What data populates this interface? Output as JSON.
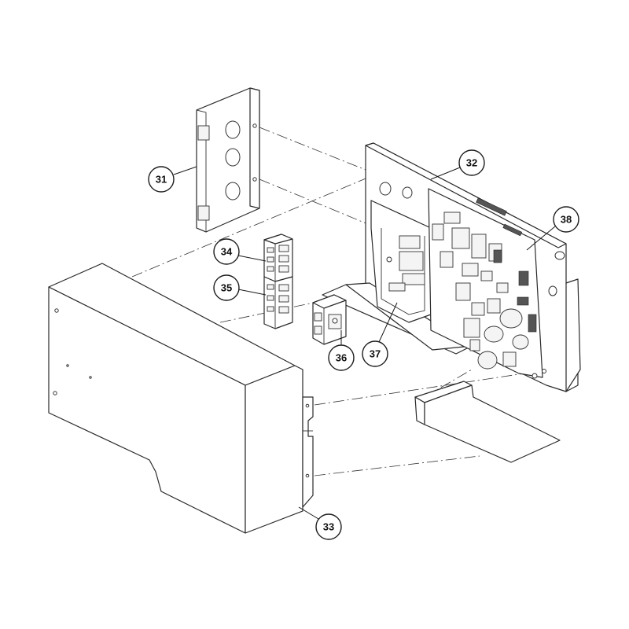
{
  "callouts": [
    {
      "id": "31"
    },
    {
      "id": "32"
    },
    {
      "id": "33"
    },
    {
      "id": "34"
    },
    {
      "id": "35"
    },
    {
      "id": "36"
    },
    {
      "id": "37"
    },
    {
      "id": "38"
    }
  ]
}
